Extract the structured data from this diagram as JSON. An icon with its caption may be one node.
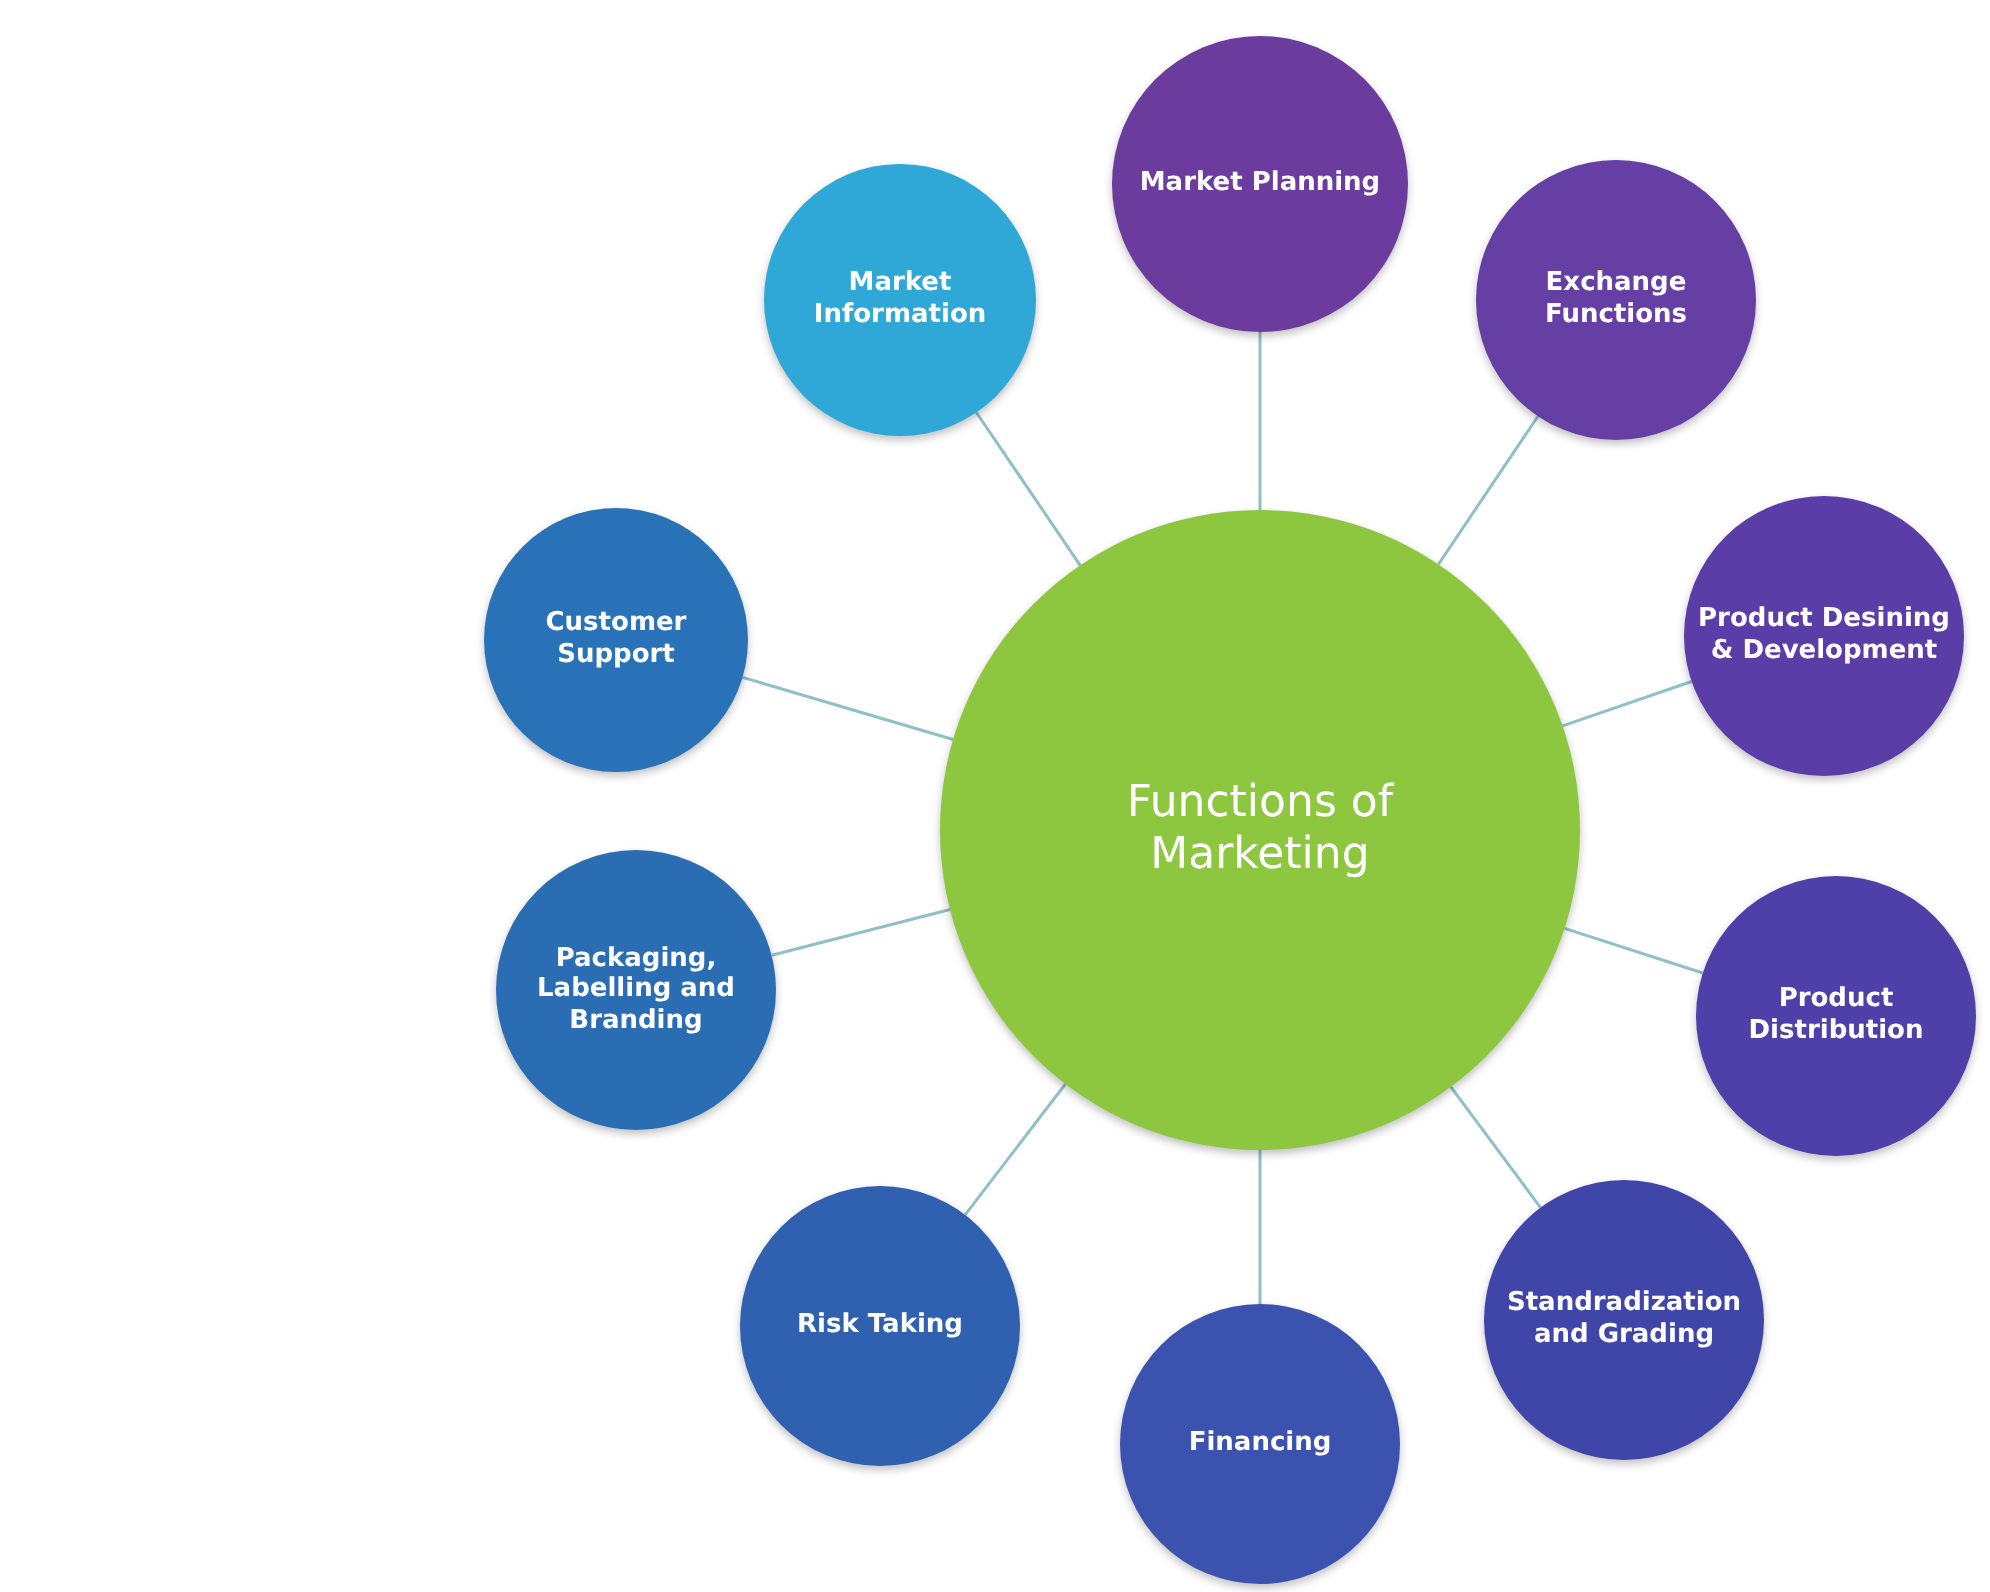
{
  "diagram": {
    "nodes": [
      {
        "text": [
          "Functions of Marketing"
        ]
      },
      {
        "text": [
          "Market Planning"
        ]
      },
      {
        "text": [
          "Exchange Functions"
        ]
      },
      {
        "text": [
          "Product Desining & Development"
        ]
      },
      {
        "text": [
          "Product Distribution"
        ]
      },
      {
        "text": [
          "Standradization and Grading"
        ]
      },
      {
        "text": [
          "Financing"
        ]
      },
      {
        "text": [
          "Risk Taking"
        ]
      },
      {
        "text": [
          "Packaging, Labelling and Branding"
        ]
      },
      {
        "text": [
          "Customer Support"
        ]
      },
      {
        "text": [
          "Market Information"
        ]
      }
    ],
    "edges": [
      {
        "from": 0,
        "to": 1,
        "arrow": "none"
      },
      {
        "from": 0,
        "to": 2,
        "arrow": "none"
      },
      {
        "from": 0,
        "to": 3,
        "arrow": "none"
      },
      {
        "from": 0,
        "to": 4,
        "arrow": "none"
      },
      {
        "from": 0,
        "to": 5,
        "arrow": "none"
      },
      {
        "from": 0,
        "to": 6,
        "arrow": "none"
      },
      {
        "from": 0,
        "to": 7,
        "arrow": "none"
      },
      {
        "from": 0,
        "to": 8,
        "arrow": "none"
      },
      {
        "from": 0,
        "to": 9,
        "arrow": "none"
      },
      {
        "from": 0,
        "to": 10,
        "arrow": "none"
      }
    ]
  }
}
